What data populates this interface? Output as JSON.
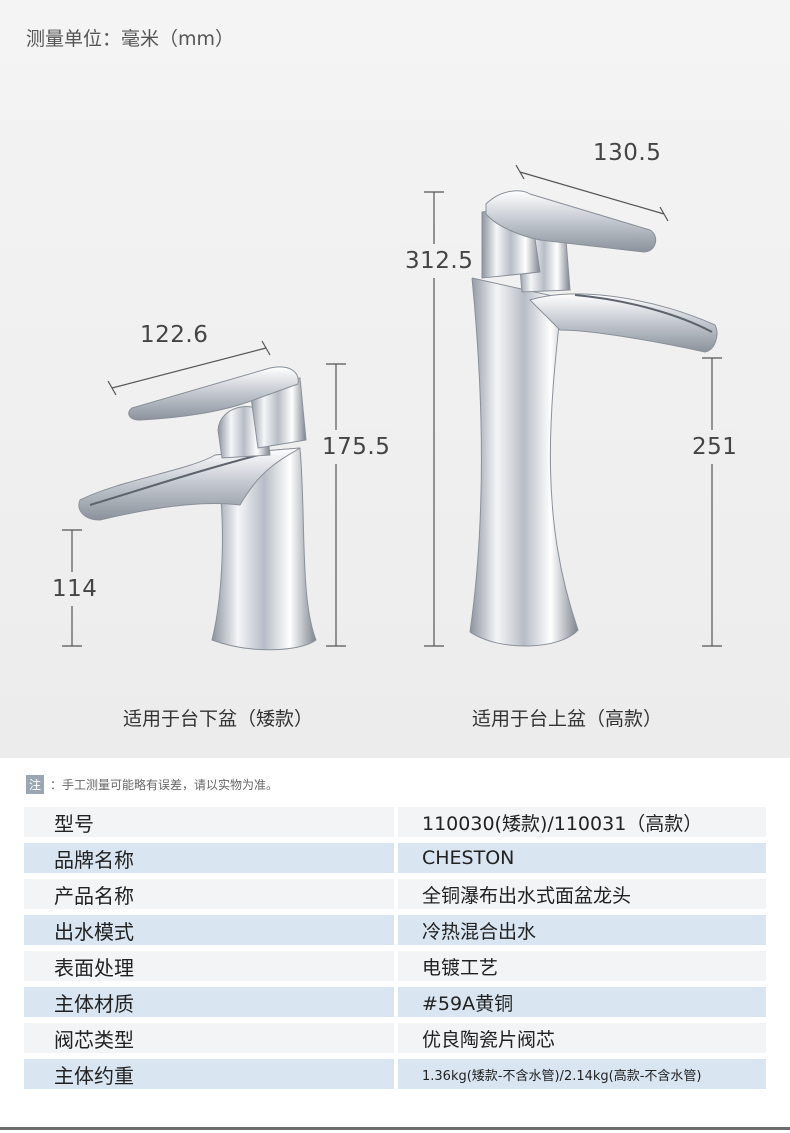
{
  "unit_label": "测量单位：毫米（mm）",
  "dimensions": {
    "short_width": "122.6",
    "short_height": "175.5",
    "short_spout": "114",
    "tall_width": "130.5",
    "tall_height": "312.5",
    "tall_spout": "251"
  },
  "captions": {
    "short": "适用于台下盆（矮款）",
    "tall": "适用于台上盆（高款）"
  },
  "note": {
    "badge": "注",
    "text": "：手工测量可能略有误差，请以实物为准。"
  },
  "specs": [
    {
      "key": "型号",
      "value": "110030(矮款)/110031（高款）"
    },
    {
      "key": "品牌名称",
      "value": "CHESTON"
    },
    {
      "key": "产品名称",
      "value": "全铜瀑布出水式面盆龙头"
    },
    {
      "key": "出水模式",
      "value": "冷热混合出水"
    },
    {
      "key": "表面处理",
      "value": "电镀工艺"
    },
    {
      "key": "主体材质",
      "value": "#59A黄铜"
    },
    {
      "key": "阀芯类型",
      "value": "优良陶瓷片阀芯"
    },
    {
      "key": "主体约重",
      "value": "1.36kg(矮款-不含水管)/2.14kg(高款-不含水管)"
    }
  ],
  "colors": {
    "shade_row": "#d9e6f2",
    "plain_row": "#f3f4f5",
    "chrome": "#c9ced6"
  }
}
